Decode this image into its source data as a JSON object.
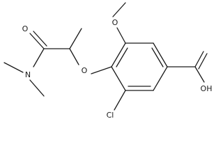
{
  "molecule": {
    "atoms": {
      "amide_o": "O",
      "amine_n": "N",
      "ether_o": "O",
      "methoxy_o": "O",
      "chlorine": "Cl",
      "carboxyl_oh": "OH"
    }
  }
}
